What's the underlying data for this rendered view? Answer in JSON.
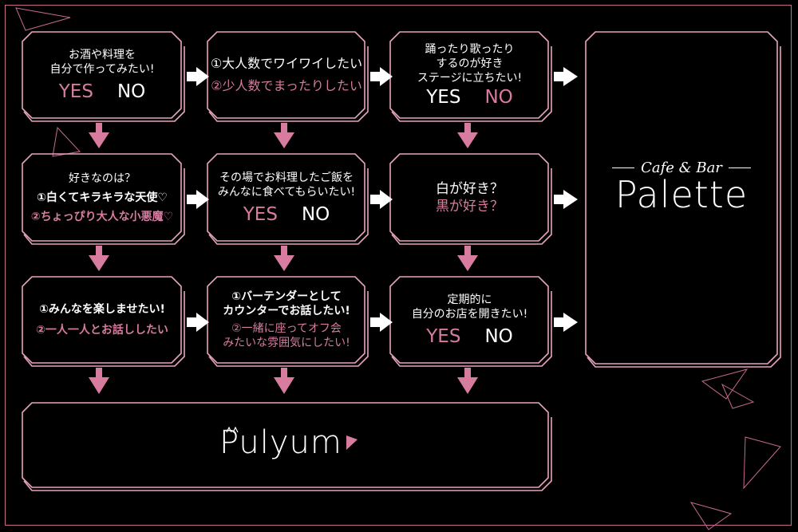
{
  "boxes": {
    "b1": {
      "line1": "お酒や料理を",
      "line2": "自分で作ってみたい!",
      "yes": "YES",
      "no": "NO"
    },
    "b2": {
      "opt1": "①大人数でワイワイしたい",
      "opt2": "②少人数でまったりしたい"
    },
    "b3": {
      "line1": "踊ったり歌ったり",
      "line2": "するのが好き",
      "line3": "ステージに立ちたい!",
      "yes": "YES",
      "no": "NO"
    },
    "b4": {
      "line1": "好きなのは？",
      "opt1": "①白くてキラキラな天使♡",
      "opt2": "②ちょっぴり大人な小悪魔♡"
    },
    "b5": {
      "line1": "その場でお料理したご飯を",
      "line2": "みんなに食べてもらいたい!",
      "yes": "YES",
      "no": "NO"
    },
    "b6": {
      "line1": "白が好き？",
      "line2": "黒が好き？"
    },
    "b7": {
      "opt1": "①みんなを楽しませたい!",
      "opt2": "②一人一人とお話ししたい"
    },
    "b8": {
      "opt1a": "①バーテンダーとして",
      "opt1b": "カウンターでお話したい!",
      "opt2a": "②一緒に座ってオフ会",
      "opt2b": "みたいな雰囲気にしたい!"
    },
    "b9": {
      "line1": "定期的に",
      "line2": "自分のお店を開きたい!",
      "yes": "YES",
      "no": "NO"
    }
  },
  "palette": {
    "cafe": "Cafe & Bar",
    "name": "Palette"
  },
  "pulyum": {
    "name": "Pulyum"
  },
  "colors": {
    "accent": "#d77b9f",
    "border": "#e9a3bf",
    "background": "#000000"
  }
}
